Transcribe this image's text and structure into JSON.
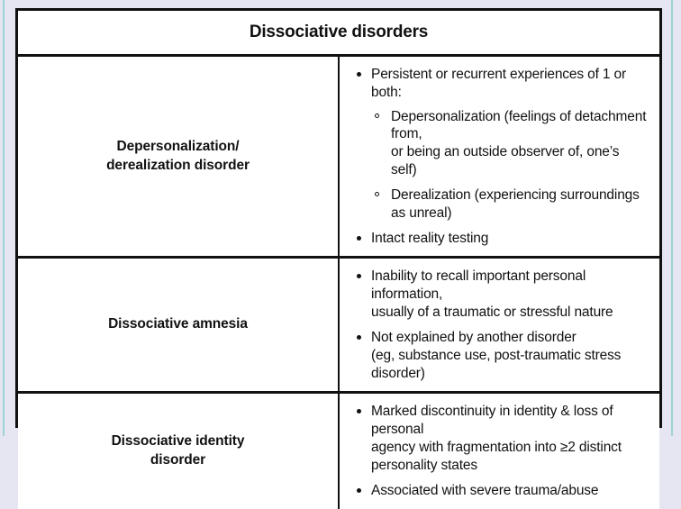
{
  "page": {
    "background_color": "#e6e6f3",
    "edge_rule_color": "#9fd4d4",
    "border_color": "#111111",
    "text_color": "#111111"
  },
  "table": {
    "title": "Dissociative disorders",
    "rows": [
      {
        "label": "Depersonalization/\nderealization disorder",
        "bullets": [
          {
            "text": "Persistent or recurrent experiences of 1 or both:",
            "subbullets": [
              "Depersonalization (feelings of detachment from,\nor being an outside observer of, one’s self)",
              "Derealization (experiencing surroundings as unreal)"
            ]
          },
          {
            "text": "Intact reality testing",
            "subbullets": []
          }
        ]
      },
      {
        "label": "Dissociative amnesia",
        "bullets": [
          {
            "text": "Inability to recall important personal information,\nusually of a traumatic or stressful nature",
            "subbullets": []
          },
          {
            "text": "Not explained by another disorder\n(eg, substance use, post-traumatic stress disorder)",
            "subbullets": []
          }
        ]
      },
      {
        "label": "Dissociative identity\ndisorder",
        "bullets": [
          {
            "text": "Marked discontinuity in identity & loss of personal\nagency with fragmentation into ≥2 distinct\npersonality states",
            "subbullets": []
          },
          {
            "text": "Associated with severe trauma/abuse",
            "subbullets": []
          }
        ]
      }
    ]
  }
}
